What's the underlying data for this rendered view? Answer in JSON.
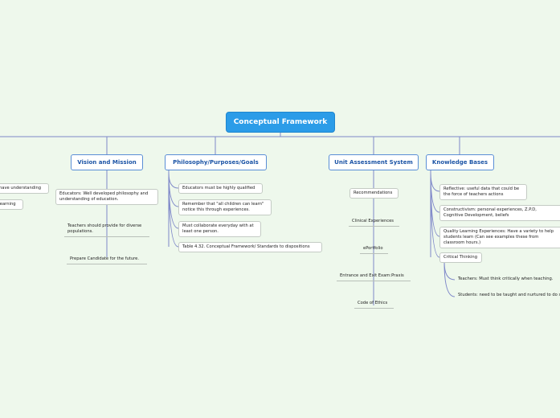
{
  "root": {
    "label": "Conceptual Framework"
  },
  "branches": {
    "vision": {
      "label": "Vision and Mission",
      "children": [
        "Educators: Well developed philosophy and understanding of education.",
        "Teachers should provide for diverse populations.",
        "Prepare Candidate for the future."
      ]
    },
    "philosophy": {
      "label": "Philosophy/Purposes/Goals",
      "children": [
        "Educators must be highly qualified",
        "Remember that \"all children can learn\" notice this through experiences.",
        "Must collaborate everyday with at least one person.",
        "Table 4.32. Conceptual Framework/ Standards to dispositions"
      ]
    },
    "assessment": {
      "label": "Unit Assessment System",
      "children": [
        "Recommendations",
        "Clinical Experiences",
        "ePortfolio",
        "Entrance and Exit Exam:Praxis",
        "Code of Ethics"
      ]
    },
    "knowledge": {
      "label": "Knowledge Bases",
      "children": [
        "Reflective: useful data that could be the force of teachers actions",
        "Constructivism: personal experiences, Z.P.D, Cognitive Development, beliefs",
        "Quality Learning Experiences: Have a variety to help students learn (Can see examples these from classroom hours.)",
        "Critical Thinking"
      ],
      "critical_thinking_children": [
        "Teachers: Must think critically when teaching.",
        "Students: need to be taught and nurtured to do so."
      ]
    },
    "left_partial": {
      "children": [
        "have understanding",
        "Learning"
      ]
    }
  }
}
